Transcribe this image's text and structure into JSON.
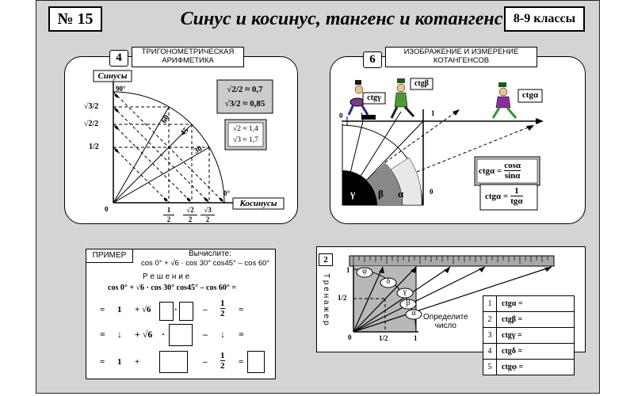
{
  "header": {
    "number": "№ 15",
    "title": "Синус и косинус, тангенс и котангенс",
    "grade": "8-9 классы"
  },
  "panel4": {
    "badge": "4",
    "caption": [
      "ТРИГОНОМЕТРИЧЕСКАЯ",
      "АРИФМЕТИКА"
    ],
    "axis_y": "Синусы",
    "axis_x": "Косинусы",
    "y_ticks": [
      "√3/2",
      "√2/2",
      "1/2"
    ],
    "x_ticks": [
      [
        "1",
        "2"
      ],
      [
        "√2",
        "2"
      ],
      [
        "√3",
        "2"
      ]
    ],
    "origin": "0",
    "deg90": "90°",
    "deg0": "0°",
    "angles": [
      "60",
      "45",
      "30"
    ],
    "approx_big": [
      "√2/2 ≈ 0,7",
      "√3/2 ≈ 0,85"
    ],
    "approx_small": [
      "√2 ≈ 1,4",
      "√3 ≈ 1,7"
    ]
  },
  "panel6": {
    "badge": "6",
    "caption": [
      "ИЗОБРАЖЕНИЕ И ИЗМЕРЕНИЕ",
      "КОТАНГЕНСОВ"
    ],
    "labels": [
      "ctgγ",
      "ctgβ",
      "ctgα"
    ],
    "greek": [
      "γ",
      "β",
      "α"
    ],
    "zero_top": "0",
    "one_top": "1",
    "zero_side": "0",
    "formula1": {
      "lhs": "ctgα =",
      "num": "cosα",
      "den": "sinα"
    },
    "formula2": {
      "lhs": "ctgα =",
      "num": "1",
      "den": "tgα"
    }
  },
  "example": {
    "label": "ПРИМЕР",
    "task_title": "Вычислите:",
    "task": "cos 0° + √6 · cos 30° cos45° – cos 60°",
    "solution": "Р е ш е н и е",
    "expr": "cos 0° + √6 · cos 30° cos45° – cos 60° =",
    "row1": [
      "=",
      "1",
      "+ √6",
      "·",
      "·",
      "–",
      "1",
      "2",
      "="
    ],
    "row2": [
      "=",
      "↓",
      "+ √6",
      "·",
      "–",
      "↓",
      "="
    ],
    "row3": [
      "=",
      "1",
      "+",
      "–",
      "1",
      "2",
      "="
    ]
  },
  "trainer": {
    "badge": "2",
    "vertical": "Т р е н а ж е р",
    "greek": [
      "φ",
      "δ",
      "γ",
      "β",
      "α"
    ],
    "y_one": "1",
    "y_half": "1/2",
    "x_zero": "0",
    "x_half": "1/2",
    "x_one": "1",
    "prompt": [
      "Определите",
      "число"
    ],
    "table": [
      {
        "n": "1",
        "label": "ctgα ="
      },
      {
        "n": "2",
        "label": "ctgβ ="
      },
      {
        "n": "3",
        "label": "ctgγ ="
      },
      {
        "n": "4",
        "label": "ctgδ ="
      },
      {
        "n": "5",
        "label": "ctgφ ="
      }
    ]
  }
}
